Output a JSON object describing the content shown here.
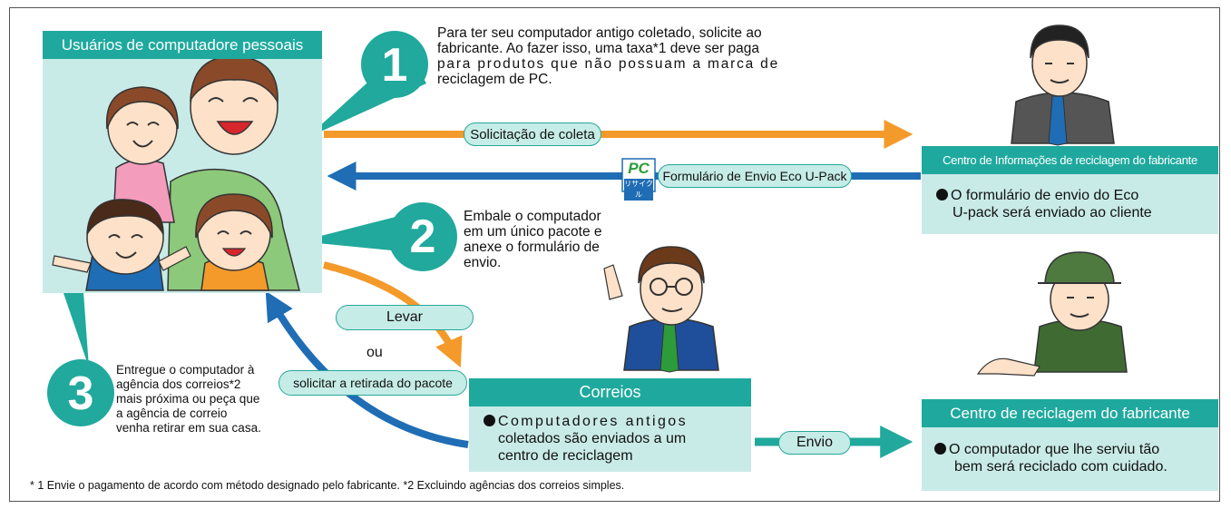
{
  "users": {
    "title": "Usuários de computadore pessoais"
  },
  "steps": [
    {
      "number": "1",
      "lines": [
        "Para ter seu computador antigo coletado, solicite ao",
        "fabricante. Ao fazer isso, uma taxa*1 deve ser paga",
        "para produtos que não possuam a marca de",
        "reciclagem de PC."
      ]
    },
    {
      "number": "2",
      "lines": [
        "Embale o computador",
        "em um único pacote e",
        "anexe o formulário de",
        "envio."
      ]
    },
    {
      "number": "3",
      "lines": [
        "Entregue o computador à",
        "agência dos correios*2",
        "mais próxima ou peça que",
        "a agência de correio",
        "venha retirar em sua casa."
      ]
    }
  ],
  "flows": {
    "request_label": "Solicitação de coleta",
    "form_label": "Formulário de Envio Eco U-Pack",
    "take_label": "Levar",
    "or_label": "ou",
    "pickup_label": "solicitar a retirada do pacote",
    "ship_label": "Envio"
  },
  "pc_mark": {
    "big": "PC",
    "small": "リサイクル"
  },
  "info_center": {
    "title": "Centro de Informações de reciclagem do fabricante",
    "lines": [
      "O formulário de envio do Eco",
      "U-pack será enviado ao cliente"
    ]
  },
  "post_office": {
    "title": "Correios",
    "lines": [
      "Computadores antigos",
      "coletados são enviados a um",
      "centro de reciclagem"
    ]
  },
  "recycling_center": {
    "title": "Centro de reciclagem do fabricante",
    "lines": [
      "O computador que lhe serviu tão",
      "bem será reciclado com cuidado."
    ]
  },
  "footnote": "* 1 Envie o pagamento de acordo com método designado pelo fabricante.  *2 Excluindo agências dos correios simples.",
  "colors": {
    "teal": "#1fa99e",
    "light_teal": "#c9ebe8",
    "orange_arrow": "#f39a2b",
    "blue_arrow": "#1f6db5",
    "teal_arrow": "#20a99c"
  }
}
